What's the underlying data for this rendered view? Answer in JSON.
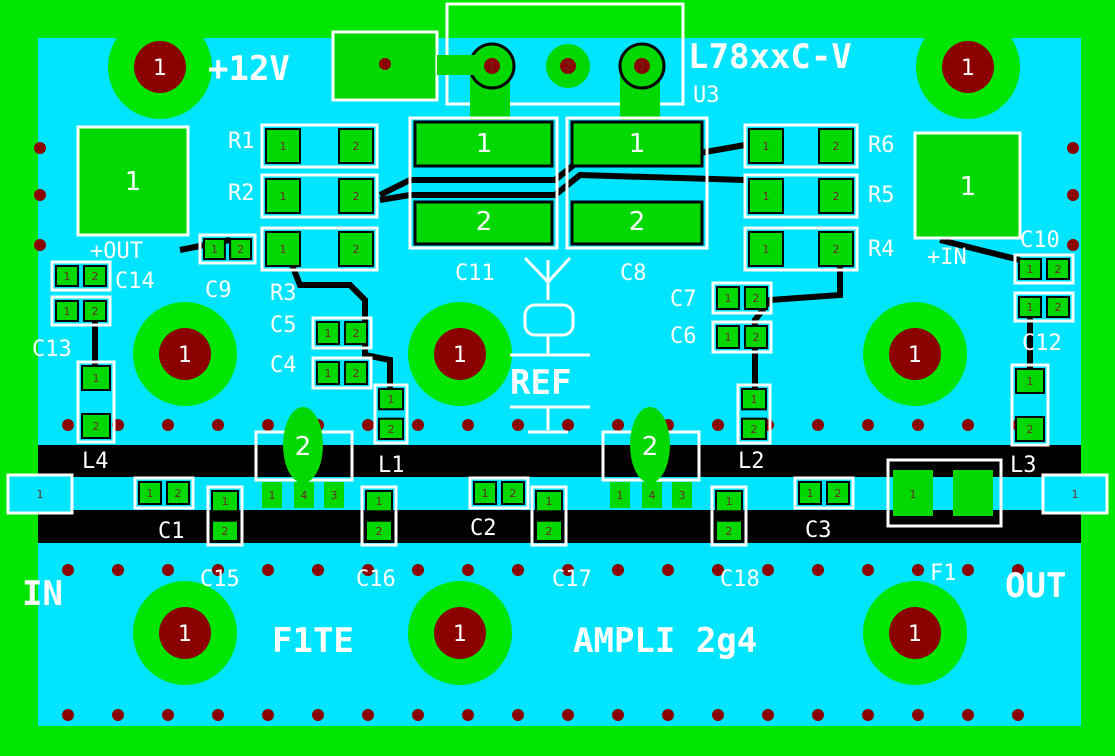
{
  "board": {
    "colors": {
      "edge": "#00e600",
      "fill": "#00e5ff",
      "copper": "#00d800",
      "trace": "#000000",
      "via": "#8b0000",
      "silk": "#ffffff"
    },
    "title_left": "F1TE",
    "title_right": "AMPLI 2g4",
    "supply": "+12V",
    "reg_part": "L78xxC-V",
    "reg_ref": "U3",
    "ref_label": "REF",
    "in_label": "IN",
    "out_label": "OUT",
    "pwr_out": "+OUT",
    "pwr_in": "+IN",
    "designators": [
      "R1",
      "R2",
      "R3",
      "R4",
      "R5",
      "R6",
      "C1",
      "C2",
      "C3",
      "C4",
      "C5",
      "C6",
      "C7",
      "C8",
      "C9",
      "C10",
      "C11",
      "C12",
      "C13",
      "C14",
      "C15",
      "C16",
      "C17",
      "C18",
      "L1",
      "L2",
      "L3",
      "L4",
      "F1"
    ],
    "pin_numbers": {
      "p1": "1",
      "p2": "2",
      "p3": "3",
      "p4": "4"
    }
  }
}
